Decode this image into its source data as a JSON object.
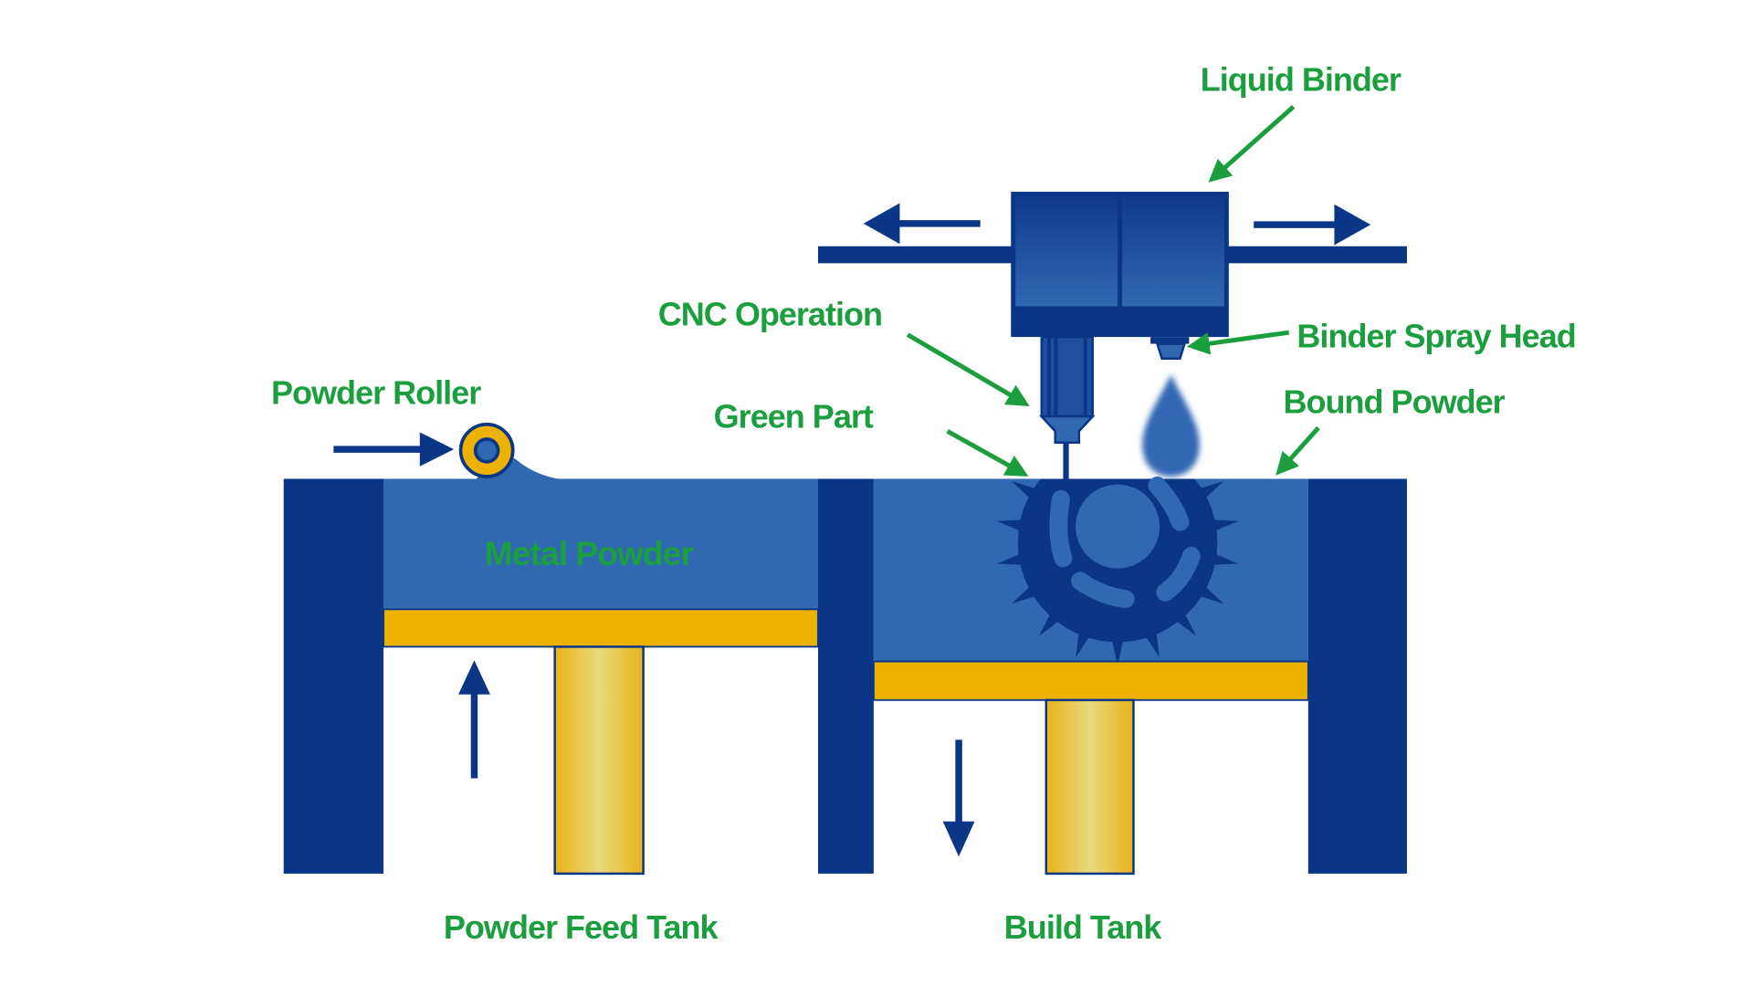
{
  "diagram": {
    "title": "Binder Jetting Process",
    "colors": {
      "label_green": "#1b9e3e",
      "dark_blue": "#0b3586",
      "powder_blue": "#3068b2",
      "gold": "#edb100",
      "piston_light": "#e8da7c",
      "white": "#ffffff"
    },
    "labels": {
      "liquid_binder": "Liquid Binder",
      "cnc_operation": "CNC Operation",
      "binder_spray_head": "Binder Spray Head",
      "powder_roller": "Powder Roller",
      "green_part": "Green Part",
      "bound_powder": "Bound Powder",
      "metal_powder": "Metal Powder",
      "powder_feed_tank": "Powder Feed Tank",
      "build_tank": "Build Tank"
    },
    "motion": {
      "carriage": "moves left and right along gantry",
      "roller": "moves right",
      "feed_piston": "moves up",
      "build_piston": "moves down"
    }
  }
}
